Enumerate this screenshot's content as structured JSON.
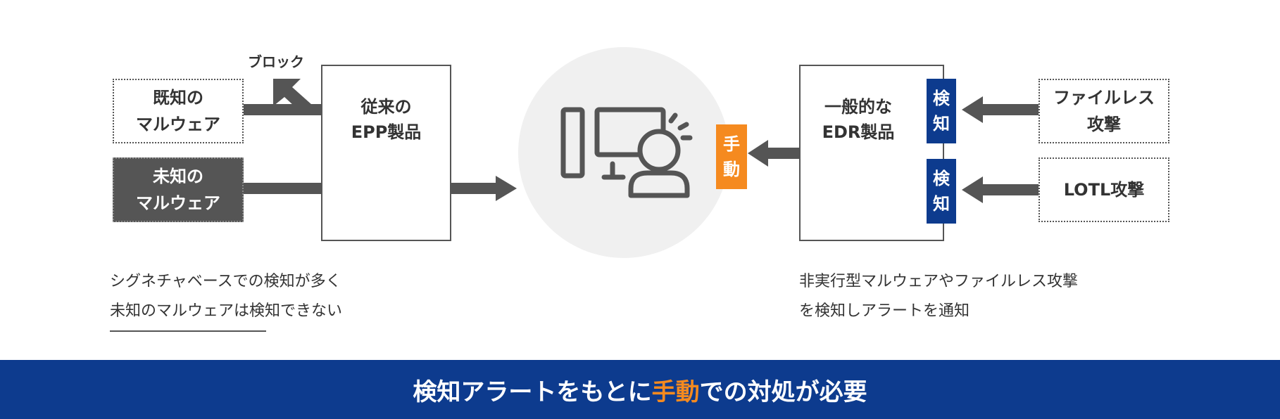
{
  "left": {
    "block_label": "ブロック",
    "known_malware": [
      "既知の",
      "マルウェア"
    ],
    "unknown_malware": [
      "未知の",
      "マルウェア"
    ],
    "epp_title": [
      "従来の",
      "EPP製品"
    ],
    "description": [
      "シグネチャベースでの検知が多く",
      "未知のマルウェアは検知できない"
    ]
  },
  "center": {
    "manual_label": [
      "手",
      "動"
    ]
  },
  "right": {
    "edr_title": [
      "一般的な",
      "EDR製品"
    ],
    "detect_label_1": [
      "検",
      "知"
    ],
    "detect_label_2": [
      "検",
      "知"
    ],
    "fileless_attack": [
      "ファイルレス",
      "攻撃"
    ],
    "lotl_attack": "LOTL攻撃",
    "description": [
      "非実行型マルウェアやファイルレス攻撃",
      "を検知しアラートを通知"
    ]
  },
  "banner": {
    "pre": "検知アラートをもとに",
    "highlight": "手動",
    "post": "での対処が必要"
  },
  "colors": {
    "navy": "#0d3b8e",
    "orange": "#f58a1f",
    "arrow_gray": "#555555",
    "circle_bg": "#f0f0f0"
  },
  "icons": [
    "shield-check-icon",
    "computer-user-icon",
    "magnifier-bug-icon"
  ]
}
